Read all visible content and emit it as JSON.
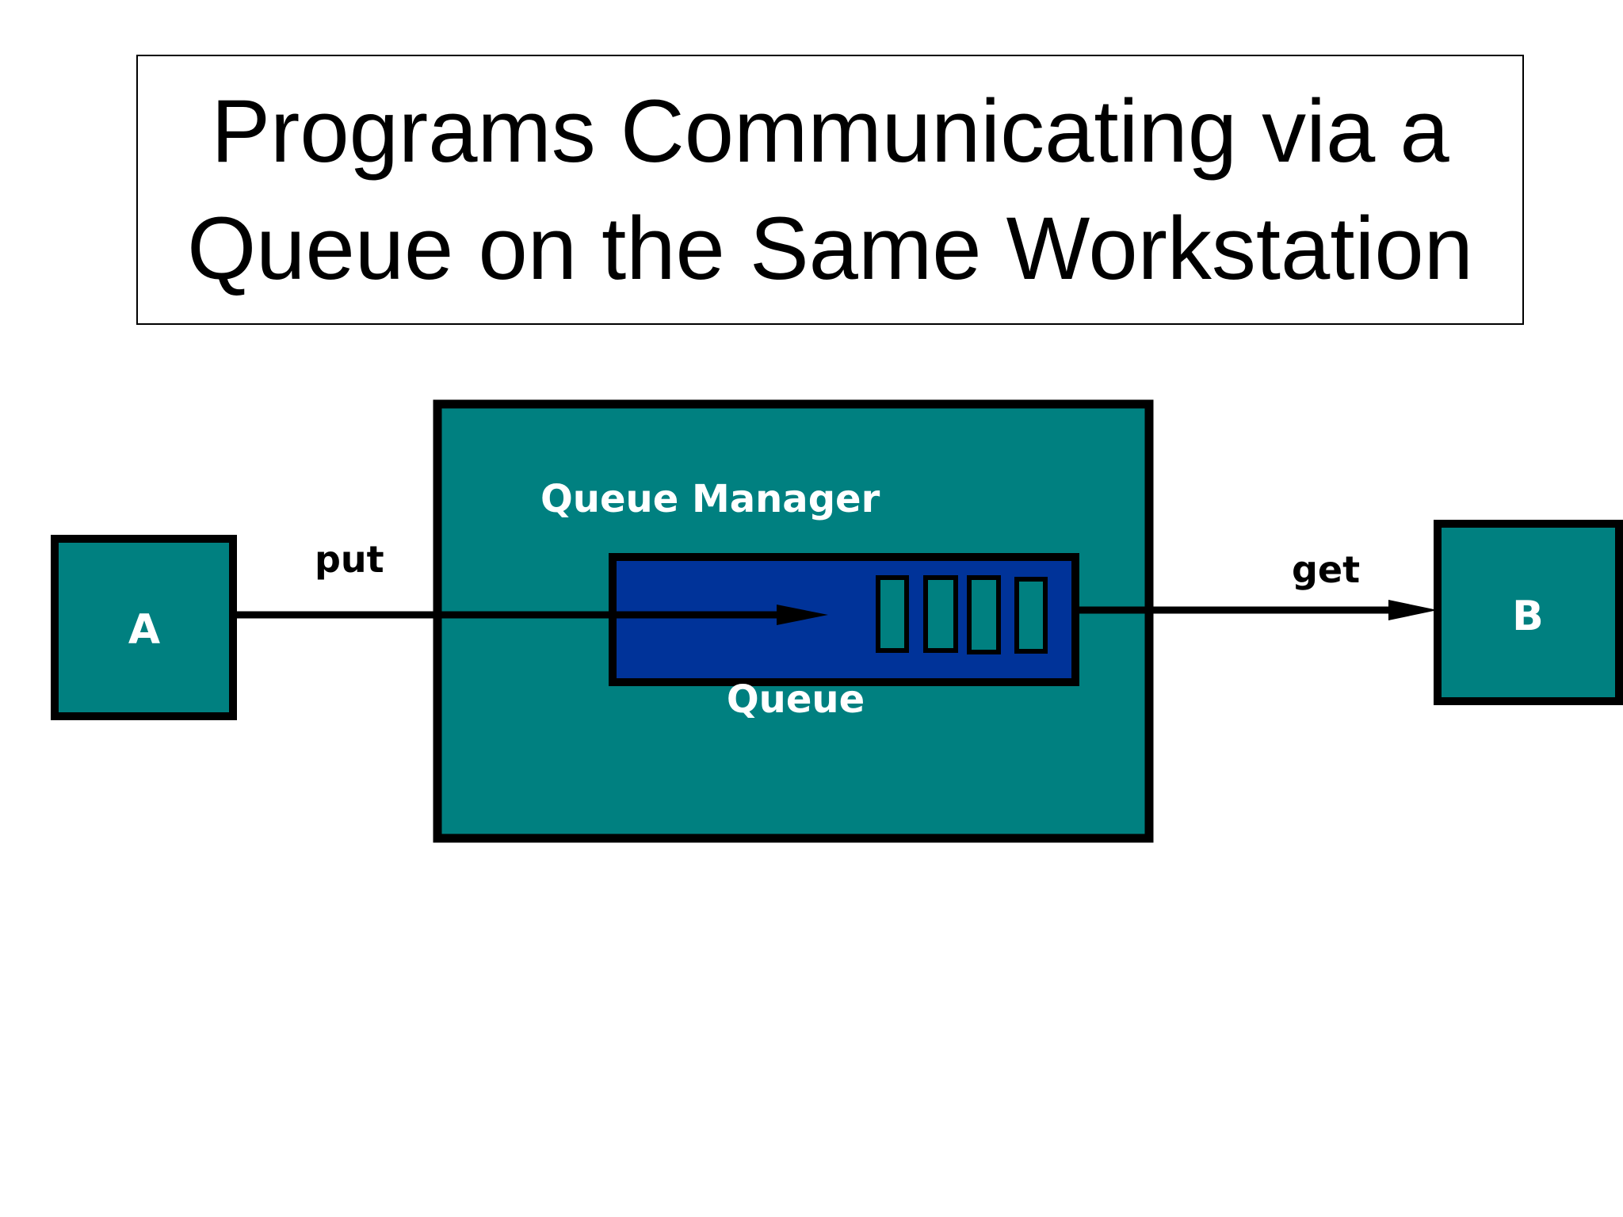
{
  "title": {
    "line1": "Programs Communicating via a",
    "line2": "Queue on the Same Workstation"
  },
  "diagram": {
    "program_a_label": "A",
    "program_b_label": "B",
    "put_label": "put",
    "get_label": "get",
    "queue_manager_label": "Queue Manager",
    "queue_label": "Queue",
    "colors": {
      "teal": "#008080",
      "queue_blue": "#003399",
      "outline": "#000000"
    }
  }
}
